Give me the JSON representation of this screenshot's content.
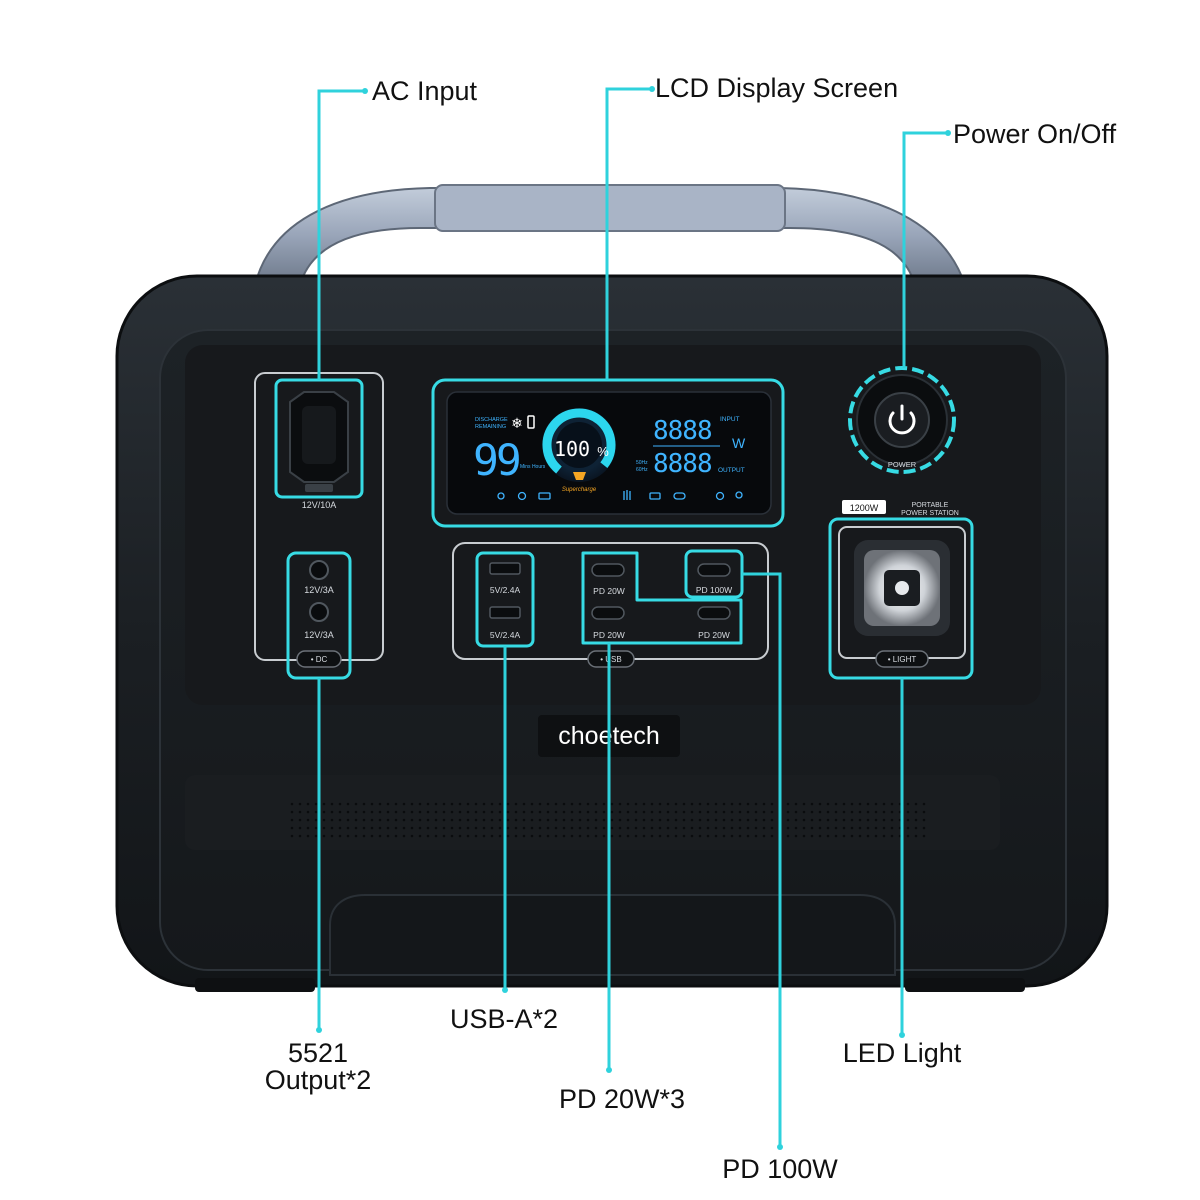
{
  "callouts": {
    "ac_input": "AC Input",
    "lcd_display": "LCD Display Screen",
    "power_onoff": "Power On/Off",
    "dc_output_line1": "5521",
    "dc_output_line2": "Output*2",
    "usb_a": "USB-A*2",
    "pd20": "PD 20W*3",
    "pd100": "PD 100W",
    "led_light": "LED Light"
  },
  "device": {
    "brand": "choetech",
    "ac_socket_label": "12V/10A",
    "dc_port_1": "12V/3A",
    "dc_port_2": "12V/3A",
    "dc_button": "• DC",
    "usb_a_1": "5V/2.4A",
    "usb_a_2": "5V/2.4A",
    "usb_c_1": "PD 20W",
    "usb_c_2": "PD 100W",
    "usb_c_3": "PD 20W",
    "usb_c_4": "PD 20W",
    "usb_button": "• USB",
    "light_button": "• LIGHT",
    "power_label": "POWER",
    "capacity_badge": "1200W",
    "product_name_1": "PORTABLE",
    "product_name_2": "POWER STATION"
  },
  "lcd": {
    "discharge": "DISCHARGE",
    "remaining": "REMAINING",
    "battery_digits": "99",
    "time_units": "Mins Hours",
    "percent": "100",
    "percent_sign": "%",
    "supercharge": "Supercharge",
    "input_digits": "8888",
    "output_digits": "8888",
    "input_label": "INPUT",
    "output_label": "OUTPUT",
    "watts": "W",
    "freq_50": "50Hz",
    "freq_60": "60Hz"
  },
  "colors": {
    "callout_line": "#2fd2dc",
    "device_body": "#1c2024",
    "handle": "#98a4b8",
    "lcd_blue": "#3fb4ff",
    "lcd_orange": "#f5a623",
    "highlight": "#37dbe4"
  }
}
